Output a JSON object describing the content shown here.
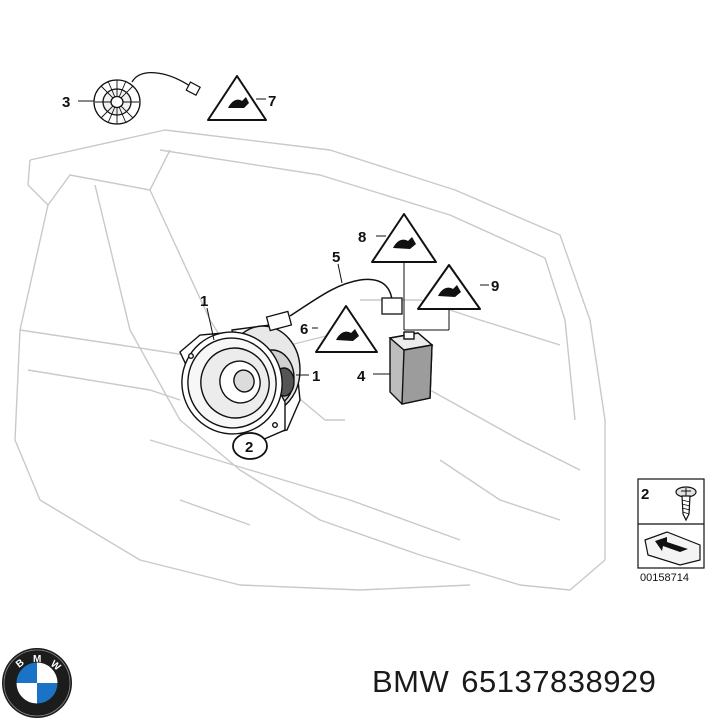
{
  "callouts": {
    "c1a": "1",
    "c1b": "1",
    "c2": "2",
    "c3": "3",
    "c4": "4",
    "c5": "5",
    "c6": "6",
    "c7": "7",
    "c8": "8",
    "c9": "9"
  },
  "legend": {
    "number": "2",
    "ref_code": "00158714"
  },
  "brand": {
    "logo_letters": "BMW",
    "name": "BMW",
    "part_number": "65137838929"
  }
}
